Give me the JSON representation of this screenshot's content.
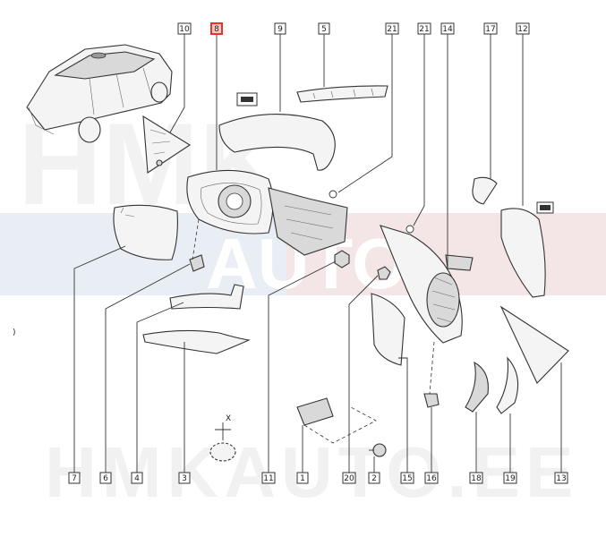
{
  "watermark": {
    "brand_top": "HMK",
    "brand_mid": "AUTO",
    "brand_bottom": "HMKAUTO.EE",
    "color_light": "#f0f0f0",
    "color_blue": "#e6ebf3",
    "color_red": "#f3e4e4"
  },
  "highlight_color": "#e8332a",
  "callouts": [
    {
      "id": "c10",
      "label": "10"
    },
    {
      "id": "c8",
      "label": "8",
      "highlighted": true
    },
    {
      "id": "c9",
      "label": "9"
    },
    {
      "id": "c5",
      "label": "5"
    },
    {
      "id": "c21a",
      "label": "21"
    },
    {
      "id": "c21b",
      "label": "21"
    },
    {
      "id": "c14",
      "label": "14"
    },
    {
      "id": "c17",
      "label": "17"
    },
    {
      "id": "c12",
      "label": "12"
    },
    {
      "id": "c7",
      "label": "7"
    },
    {
      "id": "c6",
      "label": "6"
    },
    {
      "id": "c4",
      "label": "4"
    },
    {
      "id": "c3",
      "label": "3"
    },
    {
      "id": "c11",
      "label": "11"
    },
    {
      "id": "c1",
      "label": "1"
    },
    {
      "id": "c20",
      "label": "20"
    },
    {
      "id": "c2",
      "label": "2"
    },
    {
      "id": "c15",
      "label": "15"
    },
    {
      "id": "c16",
      "label": "16"
    },
    {
      "id": "c18",
      "label": "18"
    },
    {
      "id": "c19",
      "label": "19"
    },
    {
      "id": "c13",
      "label": "13"
    }
  ],
  "margin_mark": ")",
  "dimension_mark": "X"
}
